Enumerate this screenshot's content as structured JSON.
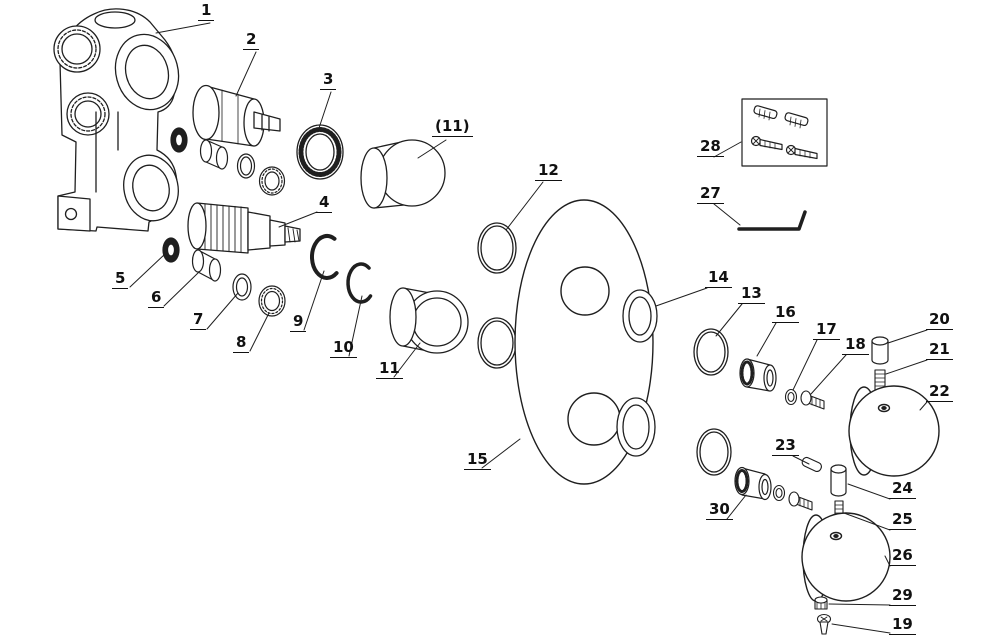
{
  "palette": {
    "ink": "#1f1f1f",
    "background": "#ffffff"
  },
  "labels": {
    "p1": "1",
    "p2": "2",
    "p3": "3",
    "p4": "4",
    "p5": "5",
    "p6": "6",
    "p7": "7",
    "p8": "8",
    "p9": "9",
    "p10": "10",
    "p11": "11",
    "p11_alt": "(11)",
    "p12": "12",
    "p13": "13",
    "p14": "14",
    "p15": "15",
    "p16": "16",
    "p17": "17",
    "p18": "18",
    "p19": "19",
    "p20": "20",
    "p21": "21",
    "p22": "22",
    "p23": "23",
    "p24": "24",
    "p25": "25",
    "p26": "26",
    "p27": "27",
    "p28": "28",
    "p29": "29",
    "p30": "30"
  }
}
